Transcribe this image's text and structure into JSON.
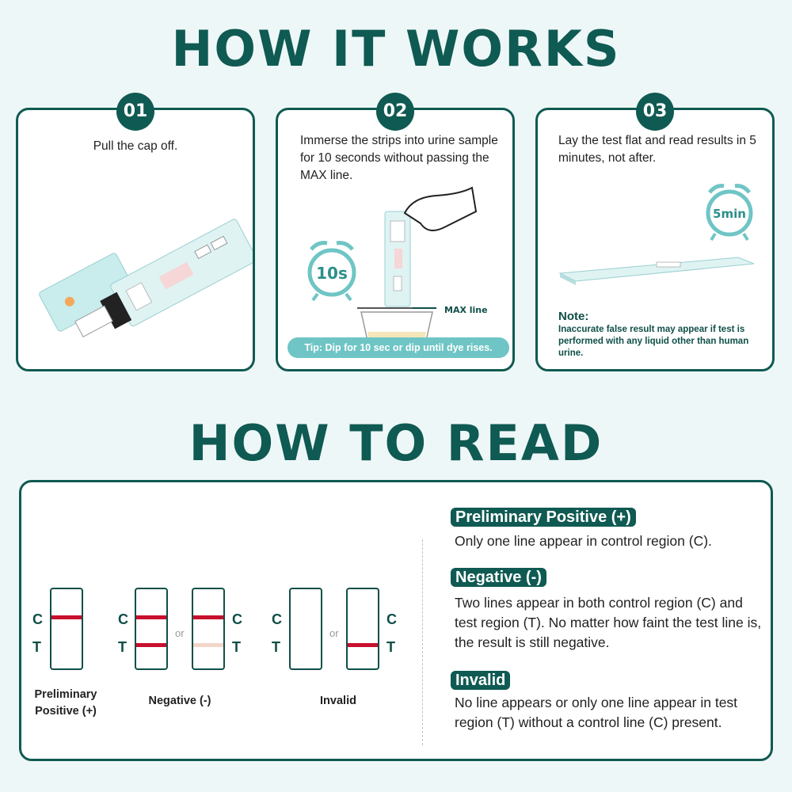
{
  "headings": {
    "how_it_works": "HOW IT WORKS",
    "how_to_read": "HOW TO READ"
  },
  "steps": [
    {
      "number": "01",
      "text": "Pull the cap off."
    },
    {
      "number": "02",
      "text": "Immerse the strips into urine sample for 10 seconds without passing the MAX line.",
      "timer": "10s",
      "max_label": "MAX line",
      "tip": "Tip: Dip for 10 sec or dip until dye rises."
    },
    {
      "number": "03",
      "text": "Lay the test flat and read results in 5 minutes, not after.",
      "timer": "5min",
      "note_title": "Note:",
      "note_body": "Inaccurate false result may appear if test is performed with any liquid other than human urine."
    }
  ],
  "strip_letters": {
    "c": "C",
    "t": "T"
  },
  "or_text": "or",
  "strip_labels": {
    "positive": "Preliminary Positive (+)",
    "negative": "Negative (-)",
    "invalid": "Invalid"
  },
  "results": [
    {
      "title": "Preliminary Positive (+)",
      "body": "Only one line appear in control region (C)."
    },
    {
      "title": "Negative (-)",
      "body": "Two lines appear in both control region (C) and test region (T). No matter how faint the test line is, the result is still negative."
    },
    {
      "title": "Invalid",
      "body": "No line appears or only one line appear in test region (T) without a control line (C) present."
    }
  ],
  "colors": {
    "primary": "#0f5a52",
    "accent": "#6fc5c5",
    "line_red": "#c8102e",
    "line_faint": "#f3d6c8",
    "background": "#eef7f7"
  }
}
